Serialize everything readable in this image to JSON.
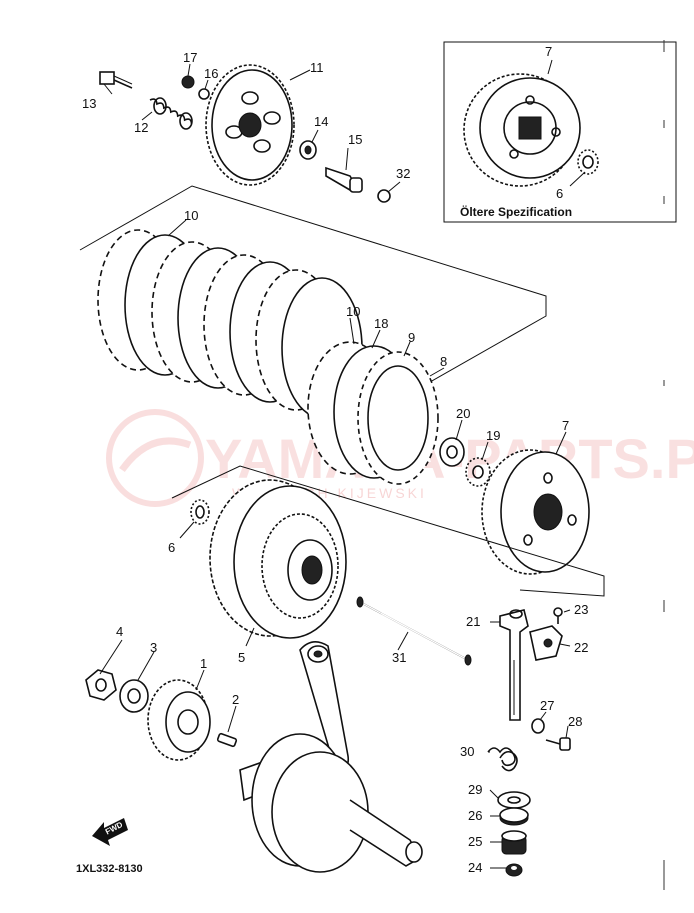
{
  "inset": {
    "title": "Öltere Spezification"
  },
  "drawing_code": "1XL332-8130",
  "fwd_label": "FWD",
  "watermark": {
    "line1": "YAMAHA-PARTS.PL",
    "line2": "WOJCIECH KIJEWSKI"
  },
  "callouts": [
    {
      "key": "c17",
      "text": "17"
    },
    {
      "key": "c16",
      "text": "16"
    },
    {
      "key": "c11",
      "text": "11"
    },
    {
      "key": "c13",
      "text": "13"
    },
    {
      "key": "c12",
      "text": "12"
    },
    {
      "key": "c14",
      "text": "14"
    },
    {
      "key": "c15",
      "text": "15"
    },
    {
      "key": "c32",
      "text": "32"
    },
    {
      "key": "c7a",
      "text": "7"
    },
    {
      "key": "c6a",
      "text": "6"
    },
    {
      "key": "c10a",
      "text": "10"
    },
    {
      "key": "c10b",
      "text": "10"
    },
    {
      "key": "c18",
      "text": "18"
    },
    {
      "key": "c9",
      "text": "9"
    },
    {
      "key": "c8",
      "text": "8"
    },
    {
      "key": "c20",
      "text": "20"
    },
    {
      "key": "c19",
      "text": "19"
    },
    {
      "key": "c7b",
      "text": "7"
    },
    {
      "key": "c6b",
      "text": "6"
    },
    {
      "key": "c5",
      "text": "5"
    },
    {
      "key": "c31",
      "text": "31"
    },
    {
      "key": "c21",
      "text": "21"
    },
    {
      "key": "c23",
      "text": "23"
    },
    {
      "key": "c22",
      "text": "22"
    },
    {
      "key": "c4",
      "text": "4"
    },
    {
      "key": "c3",
      "text": "3"
    },
    {
      "key": "c1",
      "text": "1"
    },
    {
      "key": "c2",
      "text": "2"
    },
    {
      "key": "c27",
      "text": "27"
    },
    {
      "key": "c28",
      "text": "28"
    },
    {
      "key": "c30",
      "text": "30"
    },
    {
      "key": "c29",
      "text": "29"
    },
    {
      "key": "c26",
      "text": "26"
    },
    {
      "key": "c25",
      "text": "25"
    },
    {
      "key": "c24",
      "text": "24"
    }
  ]
}
